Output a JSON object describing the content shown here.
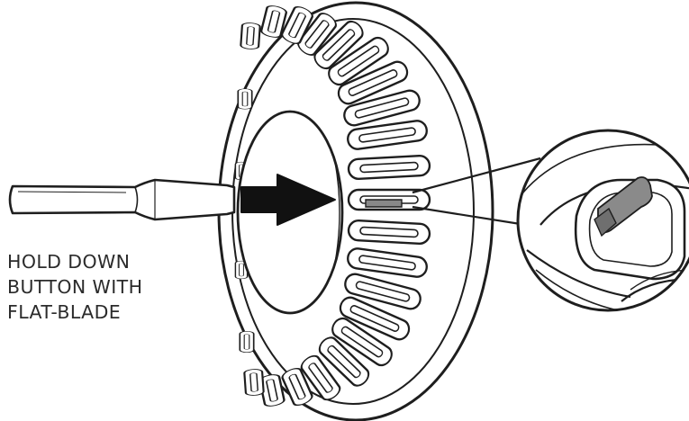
{
  "instruction": {
    "lines": [
      "HOLD DOWN",
      "BUTTON WITH",
      "FLAT-BLADE"
    ]
  },
  "colors": {
    "stroke": "#1e1e1e",
    "arrow": "#111111",
    "screwdriver_fill": "#ffffff",
    "button_highlight": "#888888",
    "text": "#2b2b2b"
  },
  "icons": {
    "tool": "flat-blade-screwdriver-icon",
    "direction": "right-arrow-icon",
    "device": "round-slotted-cover-icon",
    "detail": "magnified-release-button-icon"
  }
}
